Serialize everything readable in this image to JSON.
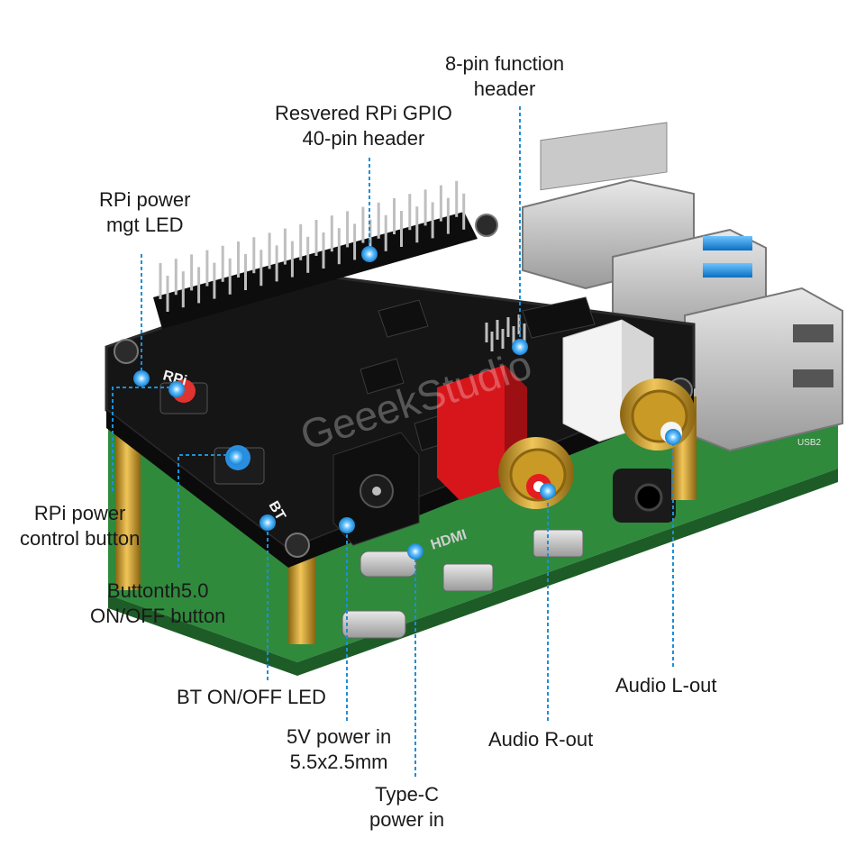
{
  "watermark": "GeeekStudio",
  "colors": {
    "leader_line": "#1e8fd6",
    "dot": "#1e8fd6",
    "board_black": "#161616",
    "rpi_green": "#2e8b3a",
    "gold": "#d7a128",
    "rca_red": "#d7161b",
    "rca_white": "#f2f2f2"
  },
  "board_markings": {
    "power_led": "RPi",
    "bt_led": "BT",
    "hdmi": "HDMI",
    "usb": "USB2"
  },
  "callouts": {
    "gpio_header": [
      "Resvered RPi GPIO",
      "40-pin header"
    ],
    "function_header": [
      "8-pin function",
      "header"
    ],
    "power_led": [
      "RPi power",
      "mgt LED"
    ],
    "power_button": [
      "RPi power",
      "control button"
    ],
    "bt_button": [
      "Buttonth5.0",
      "ON/OFF button"
    ],
    "bt_led": [
      "BT ON/OFF LED"
    ],
    "dc_power": [
      "5V power in",
      "5.5x2.5mm"
    ],
    "typec_power": [
      "Type-C",
      "power in"
    ],
    "audio_r": [
      "Audio R-out"
    ],
    "audio_l": [
      "Audio L-out"
    ]
  }
}
